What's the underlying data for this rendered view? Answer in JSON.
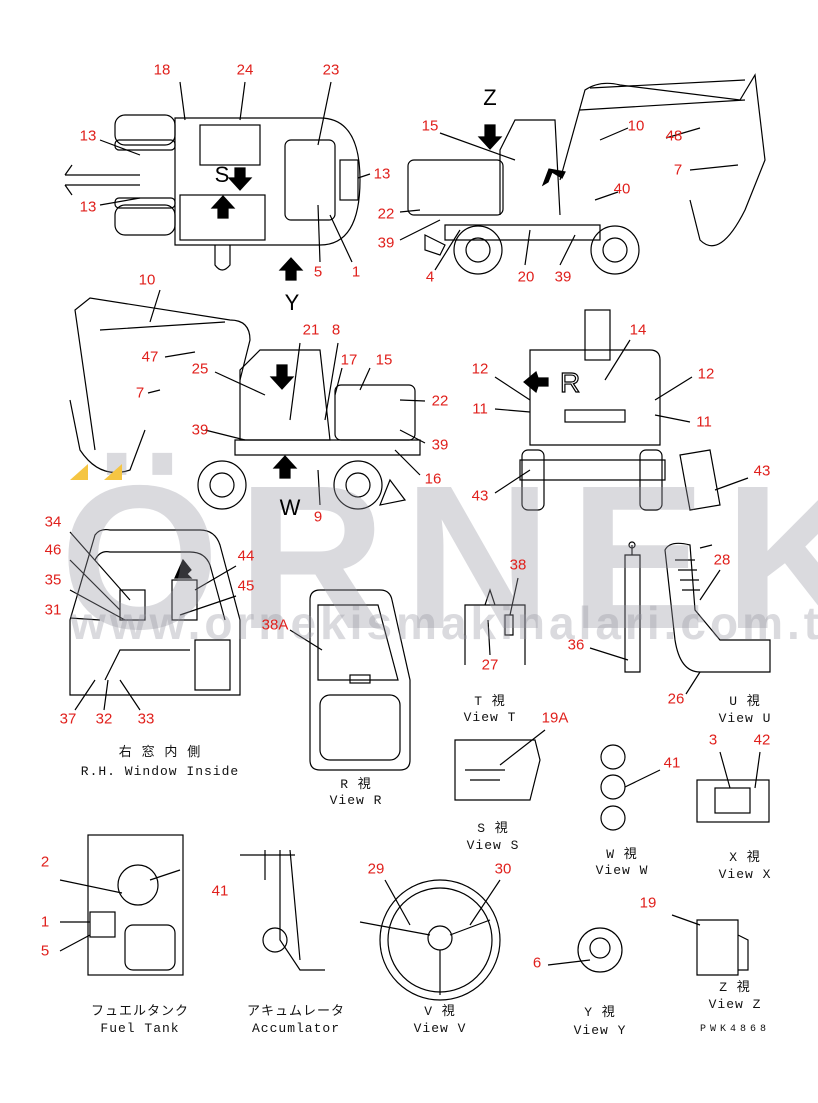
{
  "watermark": {
    "brand": "ÖRNEK",
    "url": "www.ornekismakinalari.com.tr"
  },
  "view_letters": {
    "z": "Z",
    "y": "Y",
    "w": "W",
    "r": "R",
    "s": "S"
  },
  "top_view": [
    "18",
    "24",
    "23",
    "13",
    "13",
    "13",
    "5",
    "1"
  ],
  "side_right_view": [
    "15",
    "10",
    "48",
    "7",
    "40",
    "22",
    "39",
    "4",
    "20",
    "39"
  ],
  "side_left_view": [
    "10",
    "47",
    "7",
    "21",
    "8",
    "17",
    "15",
    "25",
    "22",
    "39",
    "39",
    "16",
    "9"
  ],
  "rear_view": [
    "14",
    "12",
    "12",
    "11",
    "11",
    "43",
    "43"
  ],
  "cab_inside": {
    "callouts": [
      "34",
      "46",
      "44",
      "35",
      "45",
      "31",
      "37",
      "32",
      "33"
    ],
    "caption_jp": "右 窓 内 側",
    "caption_en": "R.H. Window Inside"
  },
  "view_r": {
    "callouts": [
      "38A"
    ],
    "caption_jp": "R  視",
    "caption_en": "View R"
  },
  "view_t": {
    "callouts": [
      "38",
      "27"
    ],
    "caption_jp": "T  視",
    "caption_en": "View T"
  },
  "view_u": {
    "callouts": [
      "36",
      "28",
      "26"
    ],
    "caption_jp": "U  視",
    "caption_en": "View U"
  },
  "view_s": {
    "callouts": [
      "19A"
    ],
    "caption_jp": "S  視",
    "caption_en": "View S"
  },
  "view_w": {
    "callouts": [
      "41"
    ],
    "caption_jp": "W  視",
    "caption_en": "View W"
  },
  "view_x": {
    "callouts": [
      "3",
      "42"
    ],
    "caption_jp": "X  視",
    "caption_en": "View X"
  },
  "fuel_tank": {
    "callouts": [
      "2",
      "1",
      "5"
    ],
    "caption_jp": "フュエルタンク",
    "caption_en": "Fuel Tank"
  },
  "accumulator": {
    "callouts": [
      "41"
    ],
    "caption_jp": "アキュムレータ",
    "caption_en": "Accumlator"
  },
  "view_v": {
    "callouts": [
      "29",
      "30"
    ],
    "caption_jp": "V  視",
    "caption_en": "View V"
  },
  "view_y": {
    "callouts": [
      "6"
    ],
    "caption_jp": "Y  視",
    "caption_en": "View Y"
  },
  "view_z": {
    "callouts": [
      "19"
    ],
    "caption_jp": "Z  視",
    "caption_en": "View Z"
  },
  "drawing_number": "PWK4868",
  "colors": {
    "callout": "#e0201c",
    "line": "#000000",
    "watermark": "#9696a0",
    "watermark_accent": "#f5c542"
  }
}
